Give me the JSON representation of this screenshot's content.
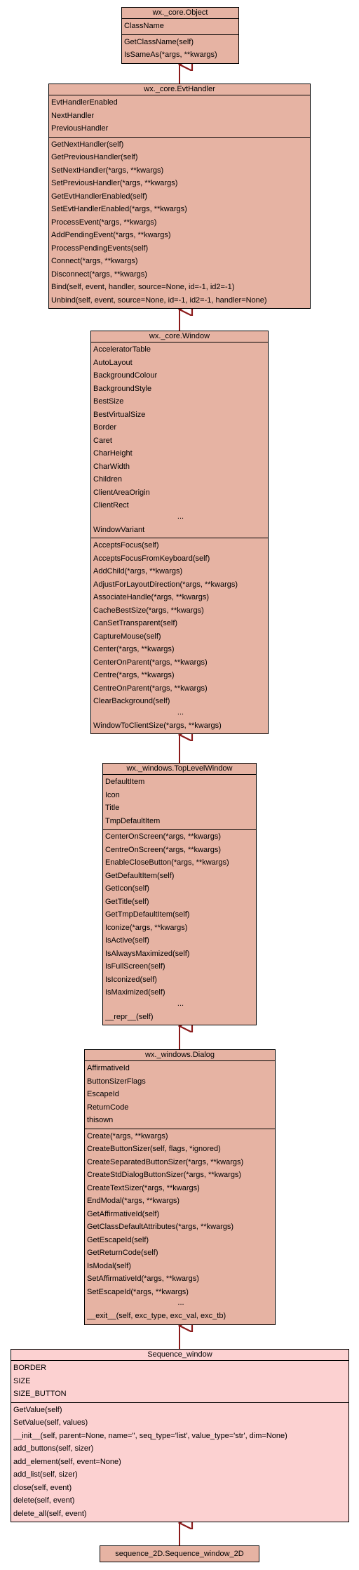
{
  "classes": [
    {
      "name": "wx._core.Object",
      "attributes": [
        "ClassName"
      ],
      "methods": [
        "GetClassName(self)",
        "IsSameAs(*args, **kwargs)"
      ]
    },
    {
      "name": "wx._core.EvtHandler",
      "attributes": [
        "EvtHandlerEnabled",
        "NextHandler",
        "PreviousHandler"
      ],
      "methods": [
        "GetNextHandler(self)",
        "GetPreviousHandler(self)",
        "SetNextHandler(*args, **kwargs)",
        "SetPreviousHandler(*args, **kwargs)",
        "GetEvtHandlerEnabled(self)",
        "SetEvtHandlerEnabled(*args, **kwargs)",
        "ProcessEvent(*args, **kwargs)",
        "AddPendingEvent(*args, **kwargs)",
        "ProcessPendingEvents(self)",
        "Connect(*args, **kwargs)",
        "Disconnect(*args, **kwargs)",
        "Bind(self, event, handler, source=None, id=-1, id2=-1)",
        "Unbind(self, event, source=None, id=-1, id2=-1, handler=None)"
      ]
    },
    {
      "name": "wx._core.Window",
      "attributes": [
        "AcceleratorTable",
        "AutoLayout",
        "BackgroundColour",
        "BackgroundStyle",
        "BestSize",
        "BestVirtualSize",
        "Border",
        "Caret",
        "CharHeight",
        "CharWidth",
        "Children",
        "ClientAreaOrigin",
        "ClientRect",
        "...",
        "WindowVariant"
      ],
      "methods": [
        "AcceptsFocus(self)",
        "AcceptsFocusFromKeyboard(self)",
        "AddChild(*args, **kwargs)",
        "AdjustForLayoutDirection(*args, **kwargs)",
        "AssociateHandle(*args, **kwargs)",
        "CacheBestSize(*args, **kwargs)",
        "CanSetTransparent(self)",
        "CaptureMouse(self)",
        "Center(*args, **kwargs)",
        "CenterOnParent(*args, **kwargs)",
        "Centre(*args, **kwargs)",
        "CentreOnParent(*args, **kwargs)",
        "ClearBackground(self)",
        "...",
        "WindowToClientSize(*args, **kwargs)"
      ]
    },
    {
      "name": "wx._windows.TopLevelWindow",
      "attributes": [
        "DefaultItem",
        "Icon",
        "Title",
        "TmpDefaultItem"
      ],
      "methods": [
        "CenterOnScreen(*args, **kwargs)",
        "CentreOnScreen(*args, **kwargs)",
        "EnableCloseButton(*args, **kwargs)",
        "GetDefaultItem(self)",
        "GetIcon(self)",
        "GetTitle(self)",
        "GetTmpDefaultItem(self)",
        "Iconize(*args, **kwargs)",
        "IsActive(self)",
        "IsAlwaysMaximized(self)",
        "IsFullScreen(self)",
        "IsIconized(self)",
        "IsMaximized(self)",
        "...",
        "__repr__(self)"
      ]
    },
    {
      "name": "wx._windows.Dialog",
      "attributes": [
        "AffirmativeId",
        "ButtonSizerFlags",
        "EscapeId",
        "ReturnCode",
        "thisown"
      ],
      "methods": [
        "Create(*args, **kwargs)",
        "CreateButtonSizer(self, flags, *ignored)",
        "CreateSeparatedButtonSizer(*args, **kwargs)",
        "CreateStdDialogButtonSizer(*args, **kwargs)",
        "CreateTextSizer(*args, **kwargs)",
        "EndModal(*args, **kwargs)",
        "GetAffirmativeId(self)",
        "GetClassDefaultAttributes(*args, **kwargs)",
        "GetEscapeId(self)",
        "GetReturnCode(self)",
        "IsModal(self)",
        "SetAffirmativeId(*args, **kwargs)",
        "SetEscapeId(*args, **kwargs)",
        "...",
        "__exit__(self, exc_type, exc_val, exc_tb)"
      ]
    },
    {
      "name": "Sequence_window",
      "attributes": [
        "BORDER",
        "SIZE",
        "SIZE_BUTTON"
      ],
      "methods": [
        "GetValue(self)",
        "SetValue(self, values)",
        "__init__(self, parent=None, name='', seq_type='list', value_type='str', dim=None)",
        "add_buttons(self, sizer)",
        "add_element(self, event=None)",
        "add_list(self, sizer)",
        "close(self, event)",
        "delete(self, event)",
        "delete_all(self, event)"
      ]
    },
    {
      "name": "sequence_2D.Sequence_window_2D",
      "attributes": [],
      "methods": []
    }
  ],
  "colors": {
    "base_class_fill": "#e6b3a3",
    "focus_class_fill": "#fcd1d1",
    "derived_class_fill": "#e6b3a3",
    "inheritance_edge": "#8b1a1a"
  }
}
